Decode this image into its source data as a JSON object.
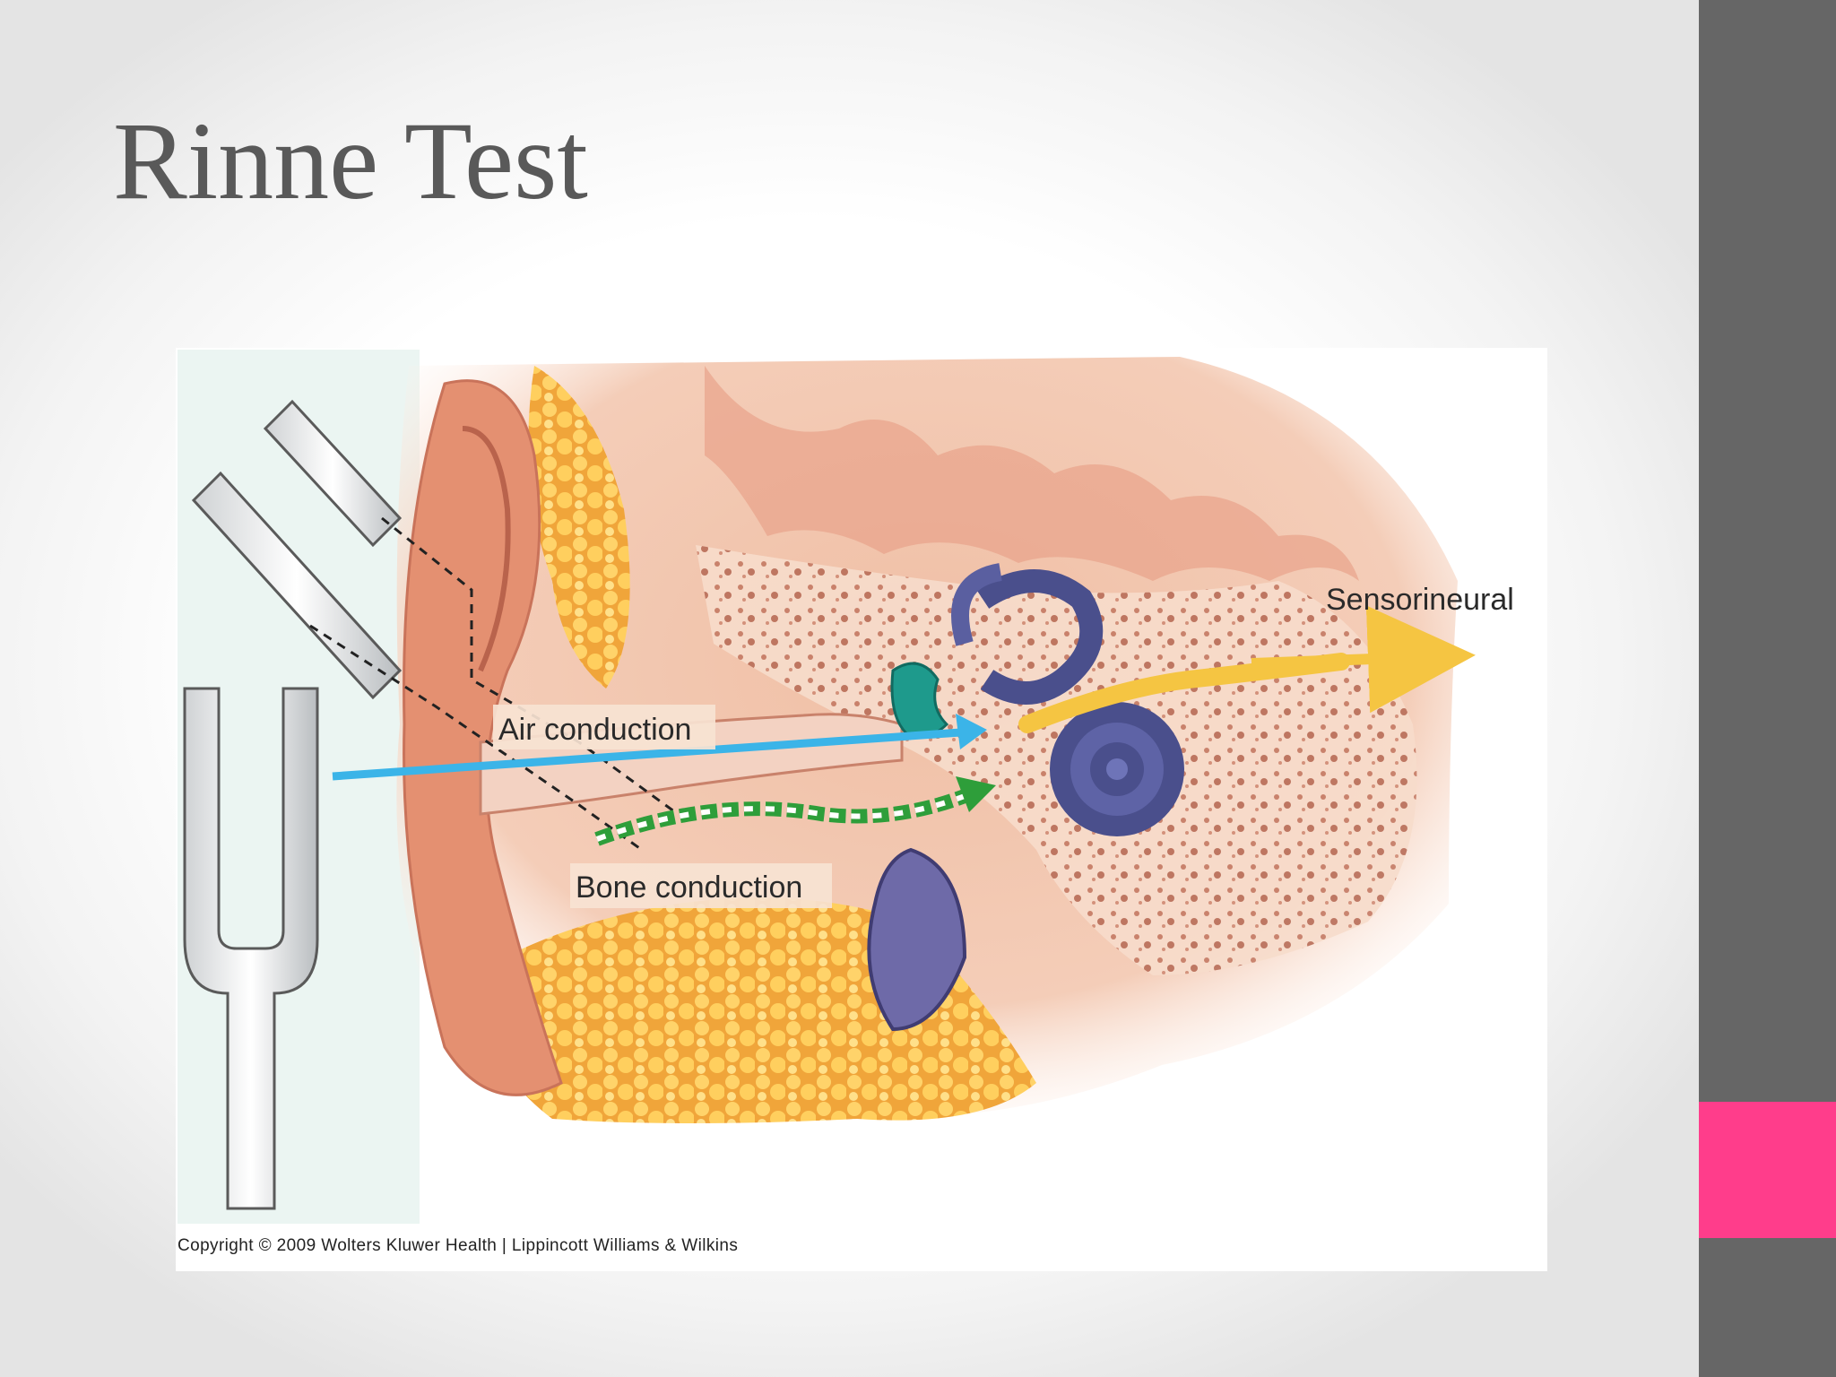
{
  "slide": {
    "title": "Rinne Test",
    "colors": {
      "side_bar": "#666666",
      "accent": "#ff3d8b",
      "title": "#595959"
    }
  },
  "figure": {
    "labels": {
      "air": "Air conduction",
      "bone": "Bone conduction",
      "sensorineural": "Sensorineural"
    },
    "copyright": "Copyright © 2009 Wolters Kluwer Health | Lippincott Williams & Wilkins",
    "colors": {
      "air_arrow": "#3bb4e8",
      "bone_arrow": "#2e9e3a",
      "nerve": "#f5c542",
      "ossicles": "#1e9a8c",
      "cochlea": "#4a4f8c",
      "tissue": "#e9b39a",
      "fat": "#f2a73c"
    }
  }
}
